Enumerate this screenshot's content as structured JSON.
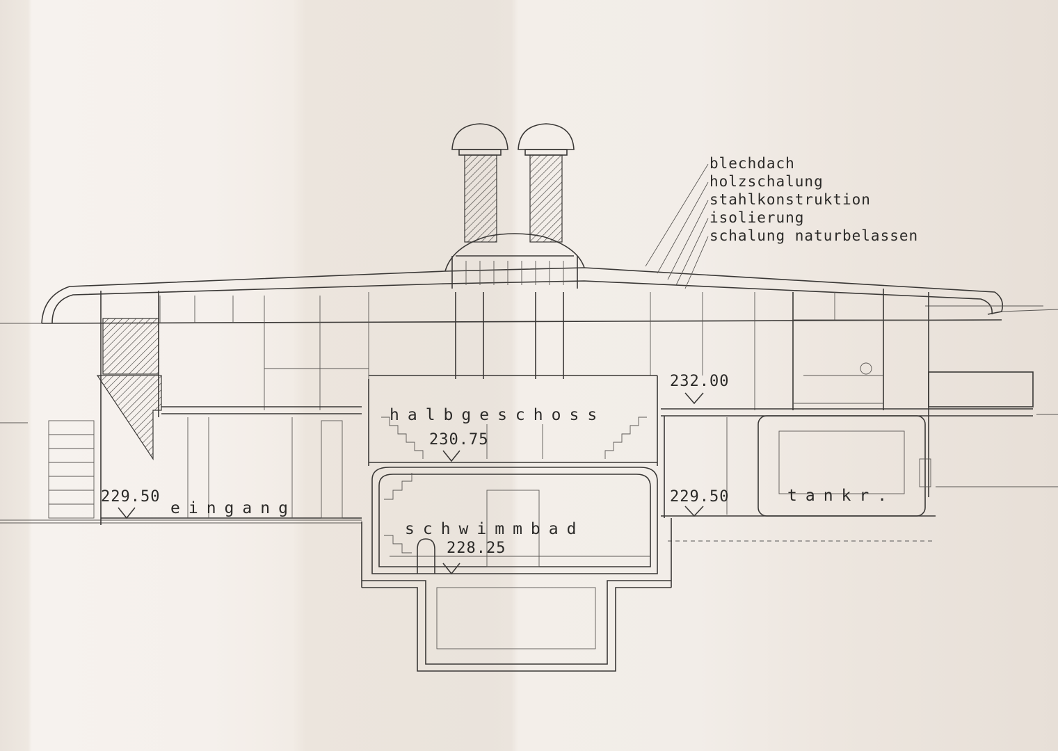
{
  "drawing": {
    "material_notes": [
      "blechdach",
      "holzschalung",
      "stahlkonstruktion",
      "isolierung",
      "schalung naturbelassen"
    ],
    "rooms": {
      "halbgeschoss": "halbgeschoss",
      "eingang": "eingang",
      "schwimmbad": "schwimmbad",
      "tankraum": "tankr."
    },
    "levels": {
      "mezzanine_right": "232.00",
      "halbgeschoss": "230.75",
      "eingang": "229.50",
      "right": "229.50",
      "schwimmbad": "228.25"
    }
  },
  "colors": {
    "paper": "#f2ede8",
    "ink": "#3a3836"
  }
}
